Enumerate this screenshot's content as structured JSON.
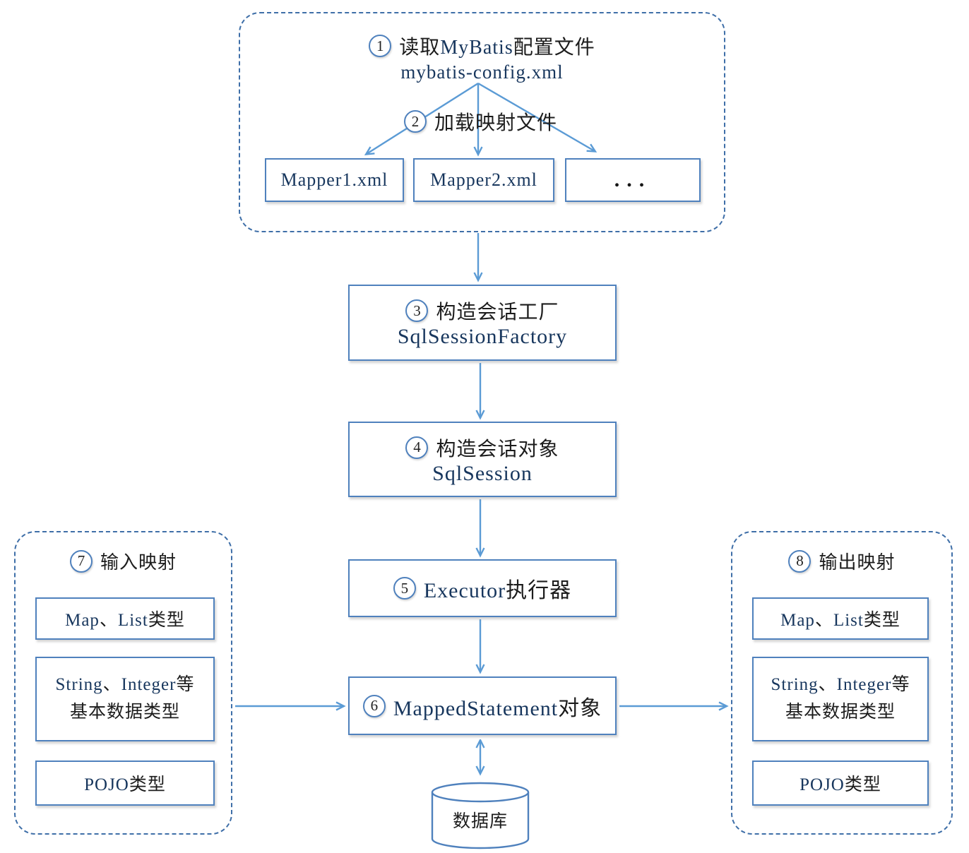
{
  "colors": {
    "arrow": "#5b9bd5",
    "box_border": "#4f81bd",
    "dashed_border": "#3f6fa8",
    "english_text": "#17365d",
    "chinese_text": "#1c1c1c",
    "background": "#ffffff"
  },
  "config_group": {
    "step1_num": "1",
    "step1_title": [
      {
        "t": "读取",
        "c": "zh"
      },
      {
        "t": "MyBatis",
        "c": "en"
      },
      {
        "t": "配置文件",
        "c": "zh"
      }
    ],
    "step1_filename": [
      {
        "t": "mybatis-config.xml",
        "c": "en"
      }
    ],
    "step2_num": "2",
    "step2_title": [
      {
        "t": "加载映射文件",
        "c": "zh"
      }
    ],
    "mappers": [
      {
        "label": [
          {
            "t": "Mapper1.xml",
            "c": "en"
          }
        ]
      },
      {
        "label": [
          {
            "t": "Mapper2.xml",
            "c": "en"
          }
        ]
      },
      {
        "label": [
          {
            "t": "...",
            "c": "dots"
          }
        ]
      }
    ]
  },
  "flow": {
    "factory": {
      "num": "3",
      "line1": [
        {
          "t": "构造会话工厂",
          "c": "zh"
        }
      ],
      "line2": [
        {
          "t": "SqlSessionFactory",
          "c": "en"
        }
      ]
    },
    "session": {
      "num": "4",
      "line1": [
        {
          "t": "构造会话对象",
          "c": "zh"
        }
      ],
      "line2": [
        {
          "t": "SqlSession",
          "c": "en"
        }
      ]
    },
    "executor": {
      "num": "5",
      "line1": [
        {
          "t": "Executor",
          "c": "en"
        },
        {
          "t": "执行器",
          "c": "zh"
        }
      ]
    },
    "statement": {
      "num": "6",
      "line1": [
        {
          "t": "MappedStatement",
          "c": "en"
        },
        {
          "t": "对象",
          "c": "zh"
        }
      ]
    }
  },
  "input_panel": {
    "num": "7",
    "title": [
      {
        "t": "输入映射",
        "c": "zh"
      }
    ],
    "boxes": [
      {
        "label": [
          {
            "t": "Map",
            "c": "en"
          },
          {
            "t": "、",
            "c": "zh"
          },
          {
            "t": "List",
            "c": "en"
          },
          {
            "t": "类型",
            "c": "zh"
          }
        ]
      },
      {
        "label": [
          {
            "t": "String",
            "c": "en"
          },
          {
            "t": "、",
            "c": "zh"
          },
          {
            "t": "Integer",
            "c": "en"
          },
          {
            "t": "等",
            "c": "zh"
          },
          {
            "br": true
          },
          {
            "t": "基本数据类型",
            "c": "zh"
          }
        ]
      },
      {
        "label": [
          {
            "t": "POJO",
            "c": "en"
          },
          {
            "t": "类型",
            "c": "zh"
          }
        ]
      }
    ]
  },
  "output_panel": {
    "num": "8",
    "title": [
      {
        "t": "输出映射",
        "c": "zh"
      }
    ],
    "boxes": [
      {
        "label": [
          {
            "t": "Map",
            "c": "en"
          },
          {
            "t": "、",
            "c": "zh"
          },
          {
            "t": "List",
            "c": "en"
          },
          {
            "t": "类型",
            "c": "zh"
          }
        ]
      },
      {
        "label": [
          {
            "t": "String",
            "c": "en"
          },
          {
            "t": "、",
            "c": "zh"
          },
          {
            "t": "Integer",
            "c": "en"
          },
          {
            "t": "等",
            "c": "zh"
          },
          {
            "br": true
          },
          {
            "t": "基本数据类型",
            "c": "zh"
          }
        ]
      },
      {
        "label": [
          {
            "t": "POJO",
            "c": "en"
          },
          {
            "t": "类型",
            "c": "zh"
          }
        ]
      }
    ]
  },
  "database": {
    "label": [
      {
        "t": "数据库",
        "c": "zh"
      }
    ]
  }
}
